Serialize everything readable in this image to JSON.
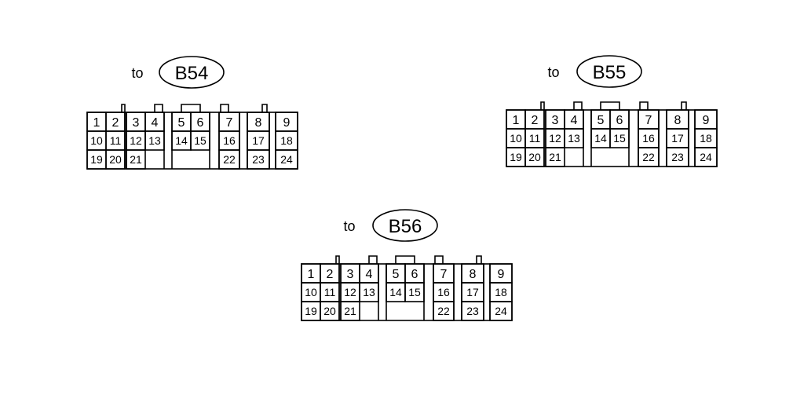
{
  "connectors": [
    {
      "id": "b54",
      "prefix": "to",
      "label": "B54",
      "pins": [
        "1",
        "2",
        "3",
        "4",
        "5",
        "6",
        "7",
        "8",
        "9",
        "10",
        "11",
        "12",
        "13",
        "14",
        "15",
        "16",
        "17",
        "18",
        "19",
        "20",
        "21",
        "22",
        "23",
        "24"
      ]
    },
    {
      "id": "b55",
      "prefix": "to",
      "label": "B55",
      "pins": [
        "1",
        "2",
        "3",
        "4",
        "5",
        "6",
        "7",
        "8",
        "9",
        "10",
        "11",
        "12",
        "13",
        "14",
        "15",
        "16",
        "17",
        "18",
        "19",
        "20",
        "21",
        "22",
        "23",
        "24"
      ]
    },
    {
      "id": "b56",
      "prefix": "to",
      "label": "B56",
      "pins": [
        "1",
        "2",
        "3",
        "4",
        "5",
        "6",
        "7",
        "8",
        "9",
        "10",
        "11",
        "12",
        "13",
        "14",
        "15",
        "16",
        "17",
        "18",
        "19",
        "20",
        "21",
        "22",
        "23",
        "24"
      ]
    }
  ],
  "colors": {
    "line": "#000000",
    "background": "#ffffff"
  }
}
